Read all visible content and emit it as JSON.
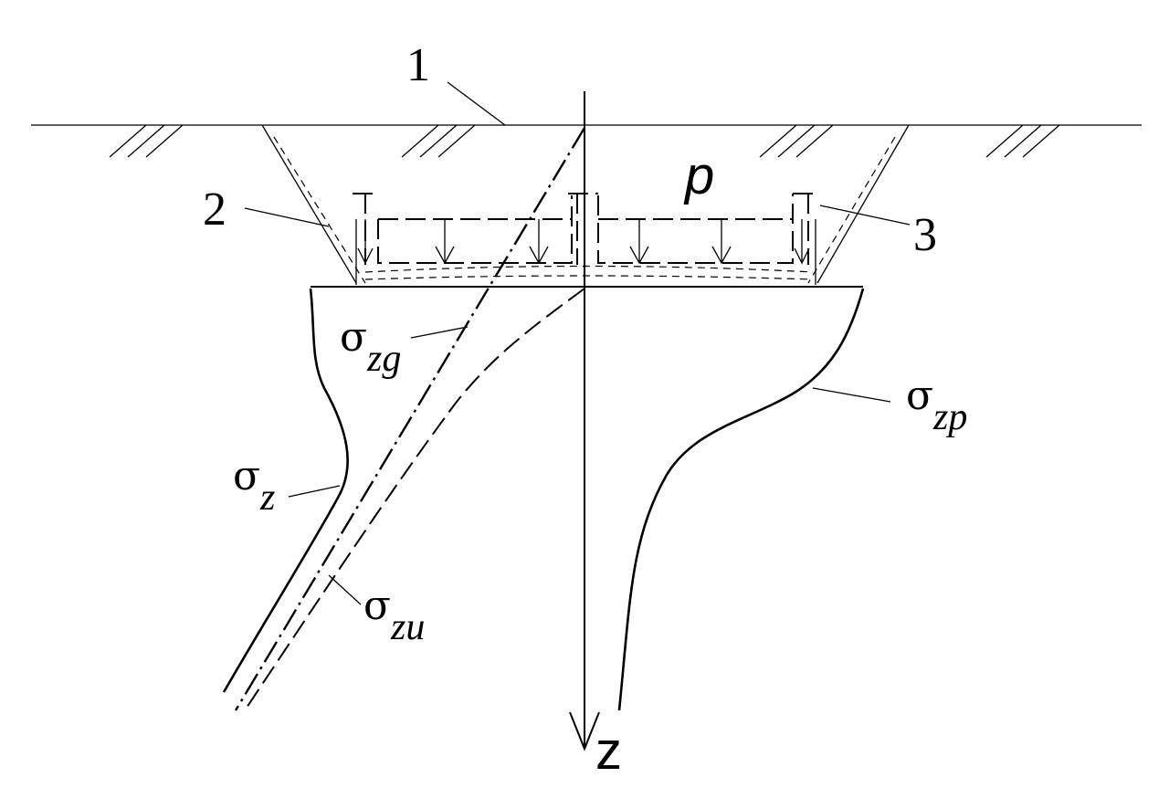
{
  "labels": {
    "num1": "1",
    "num2": "2",
    "num3": "3",
    "load": "p",
    "axis": "z"
  },
  "stress_labels": {
    "sigma_zg": {
      "symbol": "σ",
      "subscript": "zg"
    },
    "sigma_z": {
      "symbol": "σ",
      "subscript": "z"
    },
    "sigma_zu": {
      "symbol": "σ",
      "subscript": "zu"
    },
    "sigma_zp": {
      "symbol": "σ",
      "subscript": "zp"
    }
  }
}
